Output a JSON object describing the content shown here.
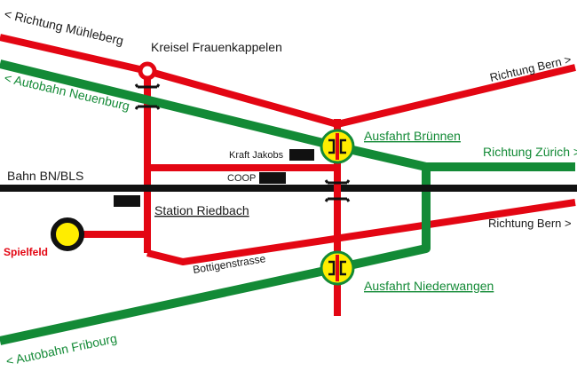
{
  "labels": {
    "richtung_muehleberg": "< Richtung Mühleberg",
    "kreisel": "Kreisel Frauenkappelen",
    "richtung_bern_top": "Richtung Bern >",
    "autobahn_neuenburg": "< Autobahn Neuenburg",
    "ausfahrt_bruennen": "Ausfahrt Brünnen",
    "richtung_zuerich": "Richtung Zürich >",
    "kraft_jakobs": "Kraft Jakobs",
    "coop": "COOP",
    "bahn": "Bahn BN/BLS",
    "station_riedbach": "Station Riedbach",
    "richtung_bern_bottom": "Richtung Bern >",
    "spielfeld": "Spielfeld",
    "bottigenstrasse": "Bottigenstrasse",
    "ausfahrt_niederwangen": "Ausfahrt Niederwangen",
    "autobahn_fribourg": "< Autobahn Fribourg"
  },
  "colors": {
    "road": "#e30613",
    "motorway": "#138a36",
    "rail": "#111111",
    "junction": "#ffed00"
  },
  "icons": {
    "junction": "motorway-junction-icon",
    "roundabout": "roundabout-icon",
    "field": "sports-field-icon",
    "bridge": "bridge-icon",
    "building": "building-icon"
  }
}
